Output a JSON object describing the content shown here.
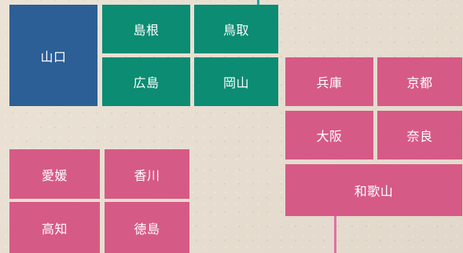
{
  "colors": {
    "background": "#e9dfd1",
    "chugoku_blue": "#2b5f96",
    "chugoku_green": "#0b8c73",
    "kansai_shikoku_pink": "#d65a86",
    "top_rail": "#18a7a1",
    "bottom_rail": "#e16fa5",
    "text": "#ffffff"
  },
  "tiles": {
    "yamaguchi": "山口",
    "shimane": "島根",
    "tottori": "鳥取",
    "hiroshima": "広島",
    "okayama": "岡山",
    "hyogo": "兵庫",
    "kyoto": "京都",
    "osaka": "大阪",
    "nara": "奈良",
    "wakayama": "和歌山",
    "ehime": "愛媛",
    "kagawa": "香川",
    "kochi": "高知",
    "tokushima": "徳島"
  }
}
